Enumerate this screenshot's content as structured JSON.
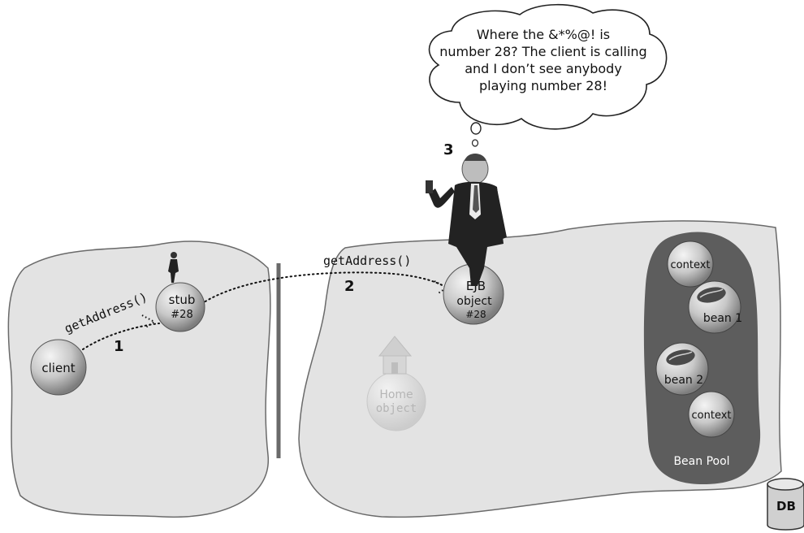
{
  "thought_bubble": {
    "lines": [
      "Where the &*%@! is",
      "number 28? The client is calling",
      "and I don’t see anybody",
      "playing number 28!"
    ]
  },
  "steps": {
    "one": "1",
    "two": "2",
    "three": "3"
  },
  "calls": {
    "client_call": "getAddress()",
    "remote_call": "getAddress()"
  },
  "client_heap": {
    "client": "client",
    "stub_line1": "stub",
    "stub_line2": "#28"
  },
  "server_heap": {
    "ejb_line1": "EJB",
    "ejb_line2": "object",
    "ejb_line3": "#28",
    "home_line1": "Home",
    "home_line2": "object"
  },
  "bean_pool": {
    "label": "Bean Pool",
    "context_top": "context",
    "bean1": "bean 1",
    "bean2": "bean 2",
    "context_bottom": "context"
  },
  "database": {
    "label": "DB"
  },
  "colors": {
    "heap": "#e3e3e3",
    "pool": "#5d5d5d",
    "ball": "#cfcfcf",
    "ink": "#111111"
  }
}
